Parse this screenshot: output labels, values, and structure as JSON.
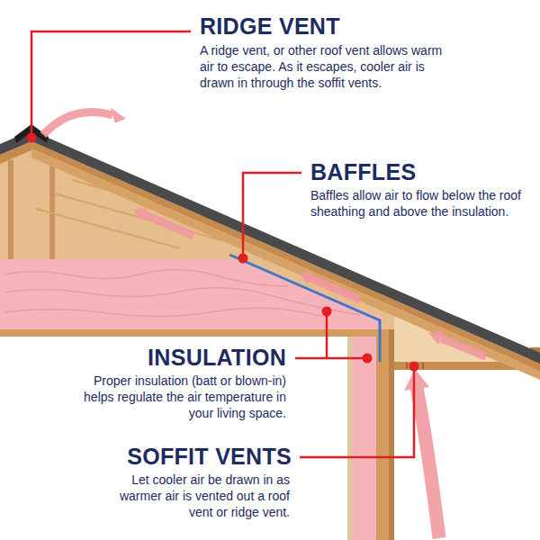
{
  "diagram": {
    "labels": [
      "RIDGE VENT",
      "A ridge vent, or other roof vent allows warm air to escape. As it escapes, cooler air is drawn in through the soffit vents.",
      "BAFFLES",
      "Baffles allow air to flow below the roof sheathing and above the insulation.",
      "INSULATION",
      "Proper insulation (batt or blown-in) helps regulate the air temperature in your living space.",
      "SOFFIT VENTS",
      "Let cooler air be drawn in as warmer air is vented out a roof vent or ridge vent."
    ]
  }
}
